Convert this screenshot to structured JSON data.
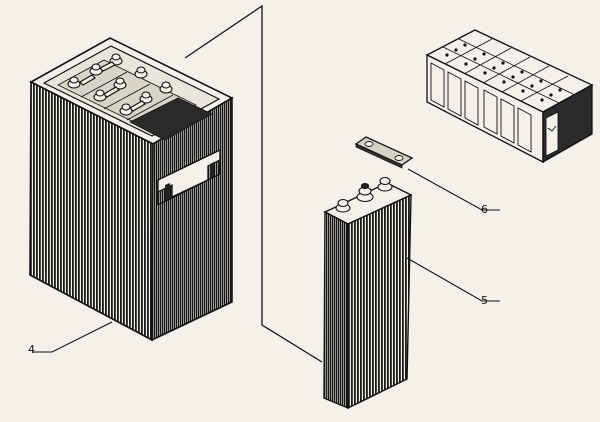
{
  "labels": {
    "crate": "4",
    "cell": "5",
    "connector": "6"
  },
  "colors": {
    "background": "#f4f1ea",
    "ink": "#111111"
  }
}
